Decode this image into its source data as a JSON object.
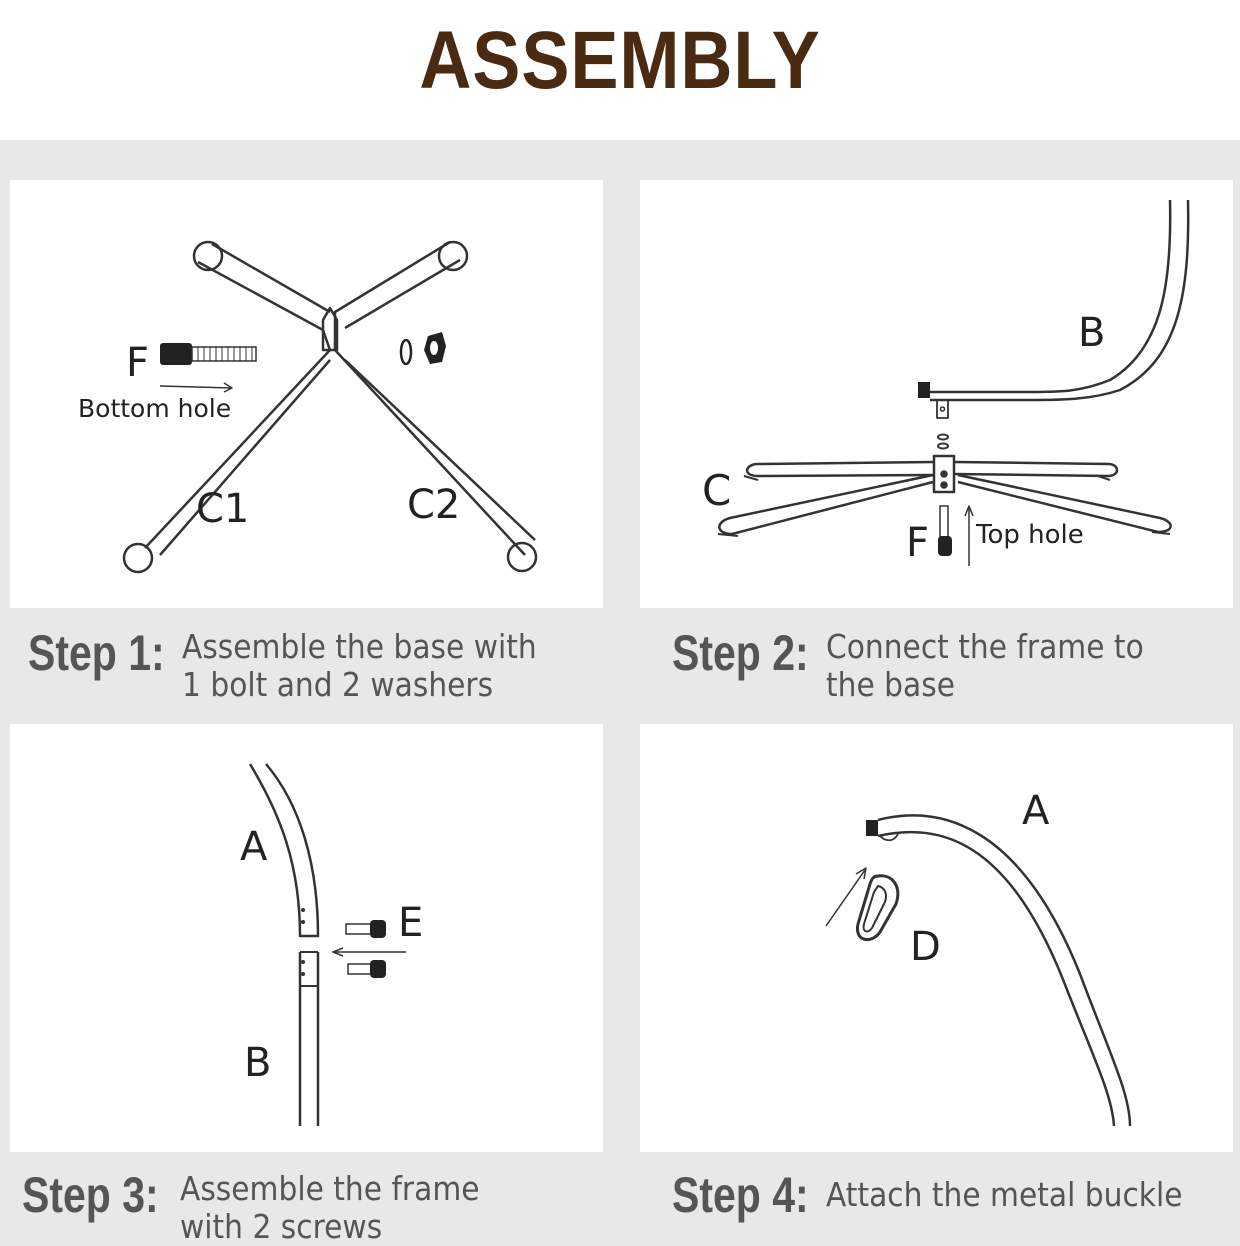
{
  "title": "ASSEMBLY",
  "colors": {
    "title": "#4a2a10",
    "panel": "#ffffff",
    "band": "#e8e8e8",
    "step_text": "#555555",
    "line": "#333333"
  },
  "steps": [
    {
      "label": "Step 1:",
      "text": "Assemble the base with 1 bolt and 2 washers",
      "parts": {
        "bolt": "F",
        "hint": "Bottom hole",
        "leg_left": "C1",
        "leg_right": "C2"
      }
    },
    {
      "label": "Step 2:",
      "text": "Connect the frame to the base",
      "parts": {
        "frame": "B",
        "base": "C",
        "bolt": "F",
        "hint": "Top hole"
      }
    },
    {
      "label": "Step 3:",
      "text": "Assemble the frame with 2 screws",
      "parts": {
        "upper": "A",
        "lower": "B",
        "screws": "E"
      }
    },
    {
      "label": "Step 4:",
      "text": "Attach the metal buckle",
      "parts": {
        "frame": "A",
        "buckle": "D"
      }
    }
  ]
}
